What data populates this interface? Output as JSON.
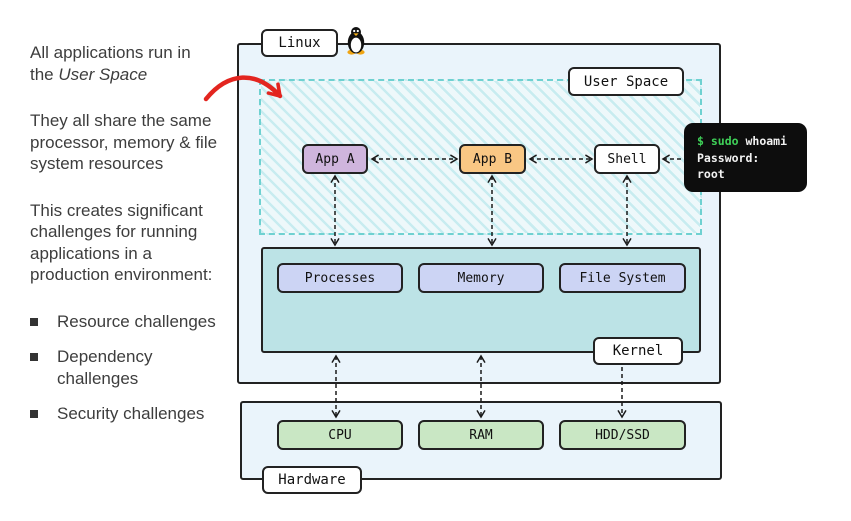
{
  "sidebar": {
    "paragraph1_line1": "All applications run in",
    "paragraph1_line2_prefix": "the ",
    "paragraph1_italic": "User Space",
    "paragraph2": "They all share the same processor, memory & file system resources",
    "paragraph3": "This creates significant challenges for running applications in a production environment:",
    "bullets": [
      "Resource challenges",
      "Dependency challenges",
      "Security challenges"
    ]
  },
  "diagram": {
    "linux_label": "Linux",
    "user_space_label": "User Space",
    "kernel_label": "Kernel",
    "hardware_label": "Hardware",
    "user_space_boxes": [
      {
        "label": "App A",
        "color": "#cfb5dd"
      },
      {
        "label": "App B",
        "color": "#f9c784"
      },
      {
        "label": "Shell",
        "color": "#ffffff"
      }
    ],
    "kernel_boxes": [
      {
        "label": "Processes",
        "color": "#ccd4f4"
      },
      {
        "label": "Memory",
        "color": "#ccd4f4"
      },
      {
        "label": "File System",
        "color": "#ccd4f4"
      }
    ],
    "hardware_boxes": [
      {
        "label": "CPU",
        "color": "#c9e7c4"
      },
      {
        "label": "RAM",
        "color": "#c9e7c4"
      },
      {
        "label": "HDD/SSD",
        "color": "#c9e7c4"
      }
    ],
    "terminal": {
      "prompt": "$ sudo",
      "command": " whoami",
      "line2": "Password:",
      "line3": "root"
    },
    "colors": {
      "container_fill": "#eaf4fb",
      "kernel_fill": "#bce3e6",
      "user_space_border": "#6fd1d1",
      "terminal_bg": "#0d0d0d",
      "terminal_green": "#3fd158",
      "annotation_red": "#e3251f",
      "outline": "#222222"
    }
  }
}
